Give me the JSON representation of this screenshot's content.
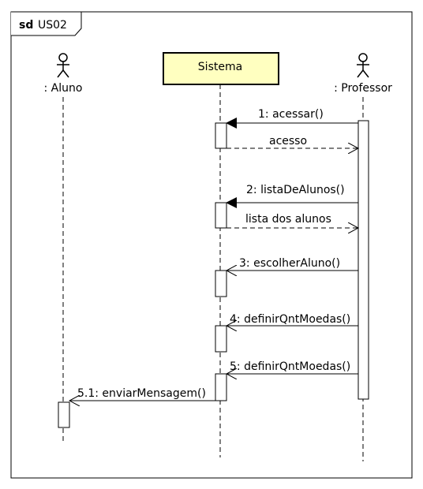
{
  "frame": {
    "keyword": "sd",
    "name": "US02"
  },
  "lifelines": {
    "aluno": ": Aluno",
    "sistema": "Sistema",
    "professor": ": Professor"
  },
  "messages": [
    {
      "label": "1: acessar()"
    },
    {
      "label": "acesso"
    },
    {
      "label": "2: listaDeAlunos()"
    },
    {
      "label": "lista dos alunos"
    },
    {
      "label": "3: escolherAluno()"
    },
    {
      "label": "4: definirQntMoedas()"
    },
    {
      "label": "5: definirQntMoedas()"
    },
    {
      "label": "5.1: enviarMensagem()"
    }
  ],
  "colors": {
    "sistema_box_fill": "#ffffc0",
    "line": "#000000"
  }
}
